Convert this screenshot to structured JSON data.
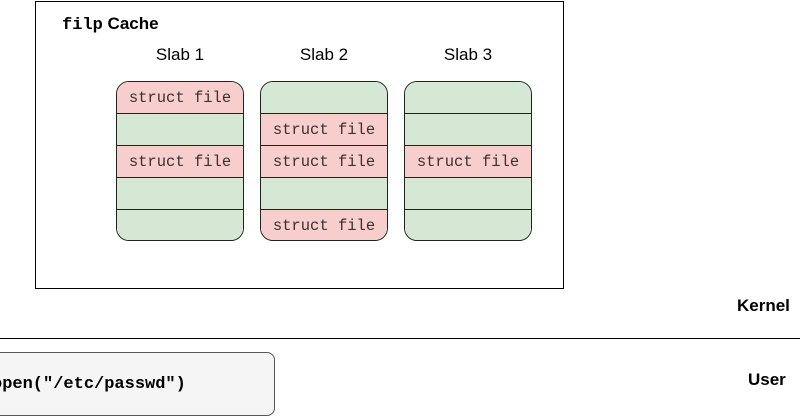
{
  "cache": {
    "title_mono": "filp",
    "title_text": "Cache"
  },
  "slabs": [
    {
      "label": "Slab 1",
      "slots": [
        "struct file",
        "",
        "struct file",
        "",
        ""
      ]
    },
    {
      "label": "Slab 2",
      "slots": [
        "",
        "struct file",
        "struct file",
        "",
        "struct file"
      ]
    },
    {
      "label": "Slab 3",
      "slots": [
        "",
        "",
        "struct file",
        "",
        ""
      ]
    }
  ],
  "layers": {
    "kernel_label": "Kernel",
    "user_label": "User"
  },
  "syscall": {
    "text": "open(\"/etc/passwd\")"
  },
  "colors": {
    "used_slot": "#f8cecc",
    "free_slot": "#d5e8d4",
    "syscall_box": "#f5f5f5"
  }
}
